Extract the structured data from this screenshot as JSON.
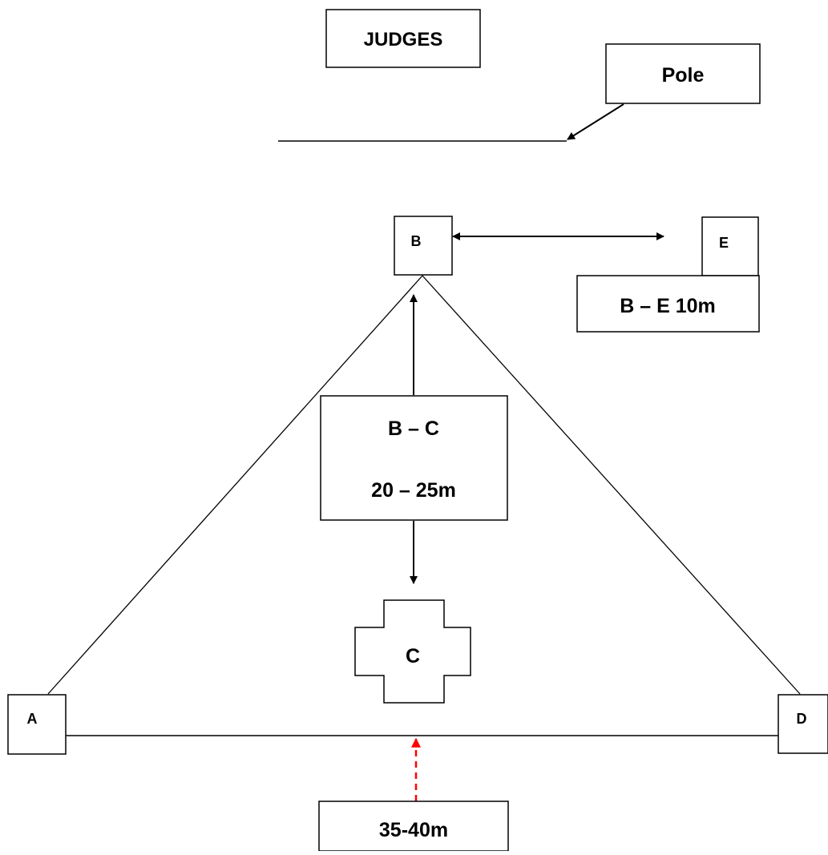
{
  "labels": {
    "judges": "JUDGES",
    "pole": "Pole",
    "marker_b": "B",
    "marker_e": "E",
    "marker_a": "A",
    "marker_d": "D",
    "marker_c": "C",
    "be_distance": "B – E 10m",
    "bc_title": "B – C",
    "bc_distance": "20 – 25m",
    "ad_distance": "35-40m"
  },
  "colors": {
    "line": "#000000",
    "dashed_arrow": "#ff0000"
  }
}
